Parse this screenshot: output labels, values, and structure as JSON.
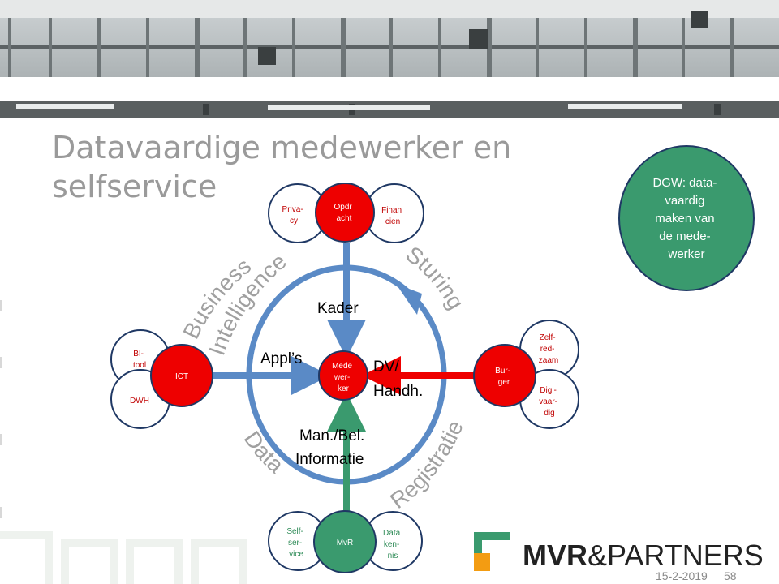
{
  "slide": {
    "title_line1": "Datavaardige medewerker en",
    "title_line2": "selfservice",
    "date": "15-2-2019",
    "page": "58"
  },
  "diagram": {
    "center": [
      "Mede",
      "wer-",
      "ker"
    ],
    "top": {
      "main": [
        "Opdr",
        "acht"
      ],
      "left": [
        "Priva-",
        "cy"
      ],
      "right": [
        "Finan",
        "cien"
      ]
    },
    "left": {
      "main": "ICT",
      "top": [
        "BI-",
        "tool"
      ],
      "bottom": "DWH"
    },
    "right": {
      "main": [
        "Bur-",
        "ger"
      ],
      "top": [
        "Zelf-",
        "red-",
        "zaam"
      ],
      "bottom": [
        "Digi-",
        "vaar-",
        "dig"
      ]
    },
    "bottom": {
      "main": "MvR",
      "left": [
        "Self-",
        "ser-",
        "vice"
      ],
      "right": [
        "Data",
        "ken-",
        "nis"
      ]
    },
    "inner_labels": {
      "kader": "Kader",
      "appls": "Appl’s",
      "dv_line1": "DV/",
      "dv_line2": "Handh.",
      "info_line1": "Man./Bel.",
      "info_line2": "Informatie"
    },
    "arc_labels": {
      "business": "Business",
      "intelligence": "Intelligence",
      "sturing": "Sturing",
      "data": "Data",
      "registratie": "Registratie"
    },
    "dgw": [
      "DGW: data-",
      "vaardig",
      "maken van",
      "de mede-",
      "werker"
    ]
  },
  "logo": {
    "bold": "MVR",
    "rest": "&PARTNERS"
  },
  "colors": {
    "red": "#ee0000",
    "green": "#3a9a6e",
    "blue": "#5a8ac6",
    "dark_red": "#c00000"
  }
}
